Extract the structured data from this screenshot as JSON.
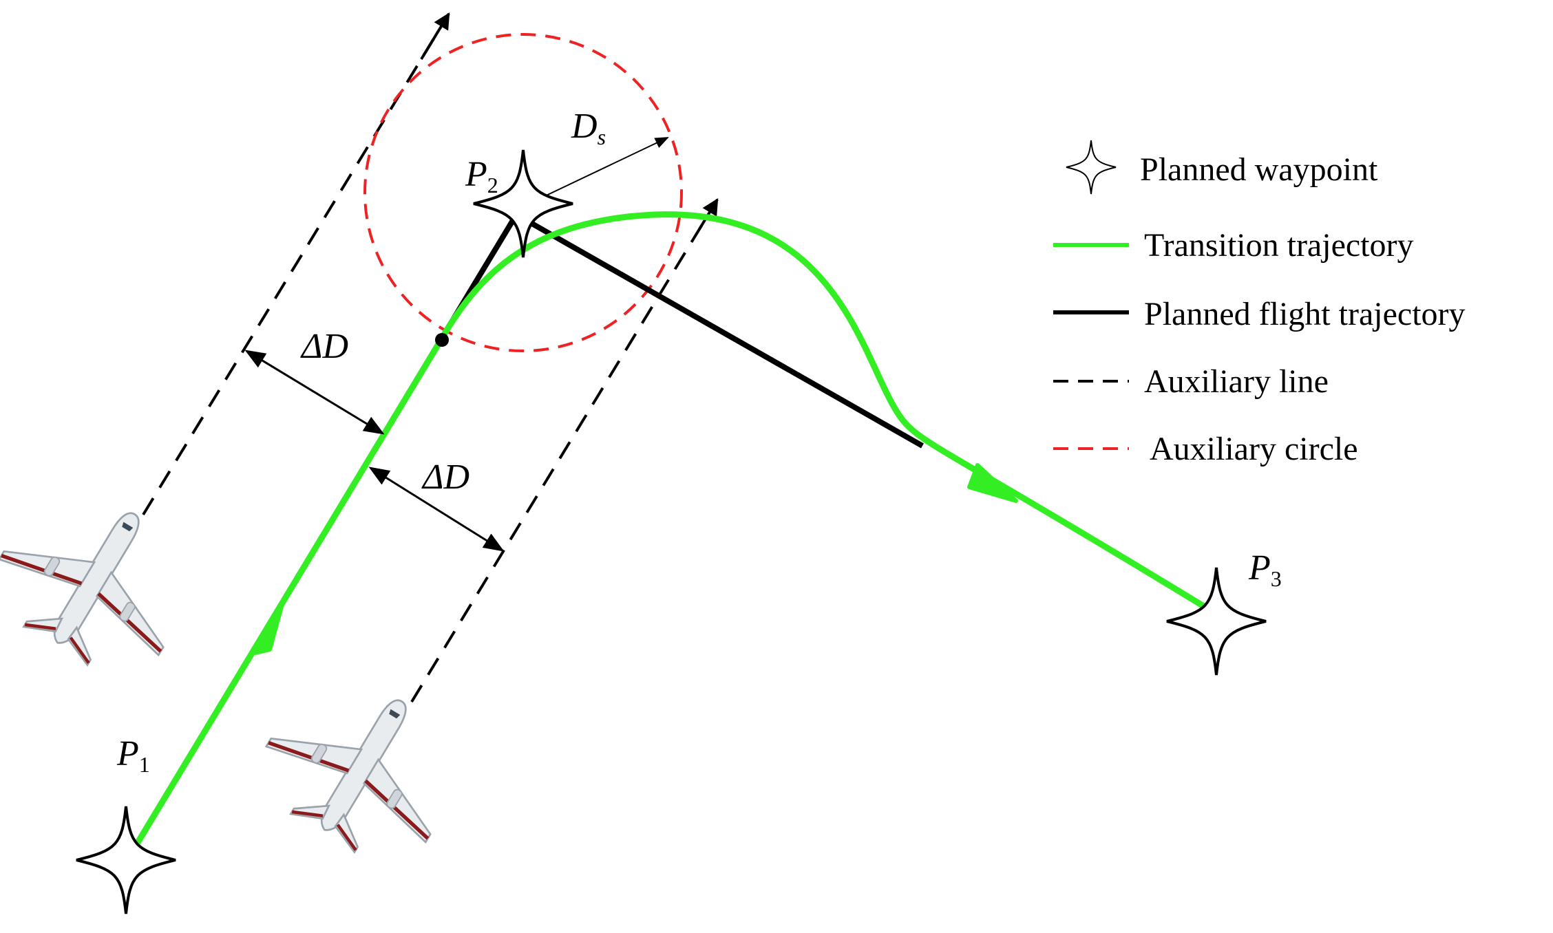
{
  "colors": {
    "transition": "#33ee22",
    "planned": "#000000",
    "auxiliary_line": "#000000",
    "auxiliary_circle": "#ee2222",
    "aircraft_body": "#e8ecef",
    "aircraft_trim": "#8b1a1a"
  },
  "labels": {
    "p1_main": "P",
    "p1_sub": "1",
    "p2_main": "P",
    "p2_sub": "2",
    "p3_main": "P",
    "p3_sub": "3",
    "ds_main": "D",
    "ds_sub": "s",
    "delta_d_upper": "ΔD",
    "delta_d_lower": "ΔD"
  },
  "legend": {
    "items": [
      {
        "icon": "waypoint-star-icon",
        "label": "Planned waypoint"
      },
      {
        "icon": "green-solid-line",
        "label": "Transition trajectory"
      },
      {
        "icon": "black-solid-line",
        "label": "Planned flight trajectory"
      },
      {
        "icon": "black-dashed-line",
        "label": "Auxiliary line"
      },
      {
        "icon": "red-dashed-line",
        "label": "Auxiliary circle"
      }
    ]
  }
}
